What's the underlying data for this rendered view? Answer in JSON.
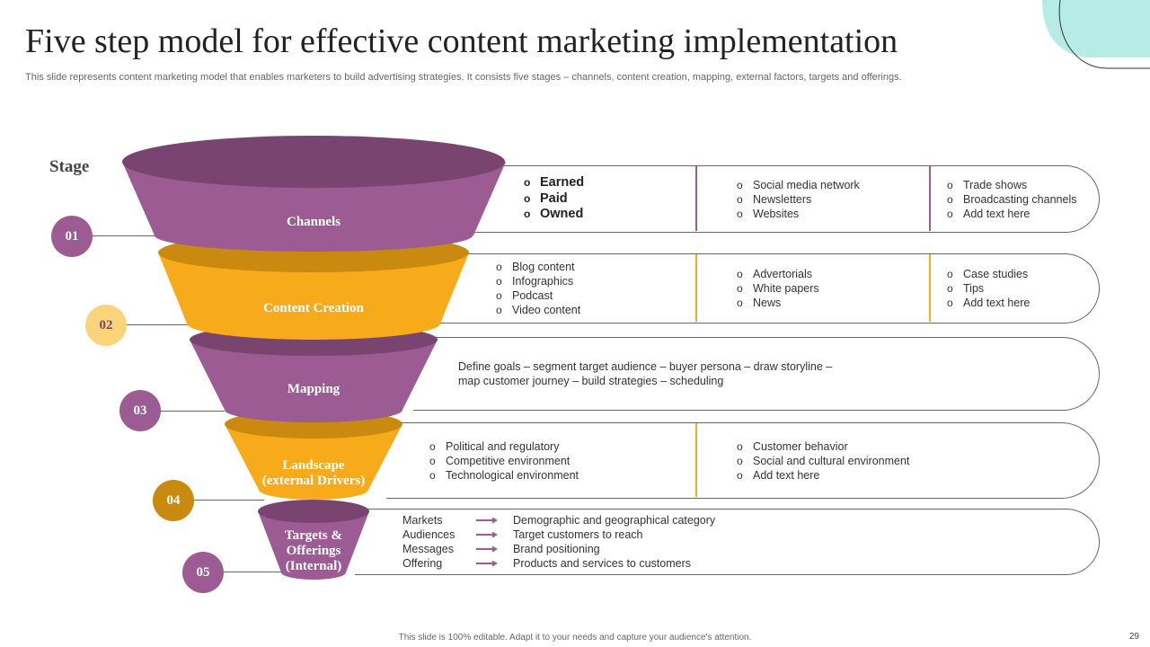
{
  "header": {
    "title": "Five step model for effective content marketing implementation",
    "subtitle": "This slide represents content marketing model that enables marketers to build advertising strategies. It consists five stages – channels, content creation, mapping, external factors, targets and offerings."
  },
  "stage_label": "Stage",
  "colors": {
    "purple": "#9c5b92",
    "purple_dark": "#7a4470",
    "orange": "#f7ab1b",
    "orange_dark": "#c98a0f",
    "teal": "#b6ebe6"
  },
  "stages": [
    {
      "number": "01",
      "label": "Channels"
    },
    {
      "number": "02",
      "label": "Content Creation"
    },
    {
      "number": "03",
      "label": "Mapping"
    },
    {
      "number": "04",
      "label_line1": "Landscape",
      "label_line2": "(external Drivers)"
    },
    {
      "number": "05",
      "label_line1": "Targets &",
      "label_line2": "Offerings",
      "label_line3": "(Internal)"
    }
  ],
  "row1": {
    "col1": [
      "Earned",
      "Paid",
      "Owned"
    ],
    "col2": [
      "Social media network",
      "Newsletters",
      "Websites"
    ],
    "col3": [
      "Trade shows",
      "Broadcasting channels",
      "Add text here"
    ]
  },
  "row2": {
    "col1": [
      "Blog content",
      "Infographics",
      "Podcast",
      "Video content"
    ],
    "col2": [
      "Advertorials",
      "White papers",
      "News"
    ],
    "col3": [
      "Case studies",
      "Tips",
      "Add text here"
    ]
  },
  "row3": {
    "line1": "Define goals – segment target audience – buyer persona – draw storyline –",
    "line2": "map customer journey – build strategies – scheduling"
  },
  "row4": {
    "col1": [
      "Political and regulatory",
      "Competitive environment",
      "Technological environment"
    ],
    "col2": [
      "Customer behavior",
      "Social and cultural environment",
      "Add text here"
    ]
  },
  "row5": [
    {
      "key": "Markets",
      "value": "Demographic  and geographical category"
    },
    {
      "key": "Audiences",
      "value": "Target  customers to reach"
    },
    {
      "key": "Messages",
      "value": "Brand positioning"
    },
    {
      "key": "Offering",
      "value": "Products and services to customers"
    }
  ],
  "bullet_glyph": "o",
  "footer": "This slide is 100% editable.  Adapt it to your needs and capture your audience's attention.",
  "page_number": "29"
}
